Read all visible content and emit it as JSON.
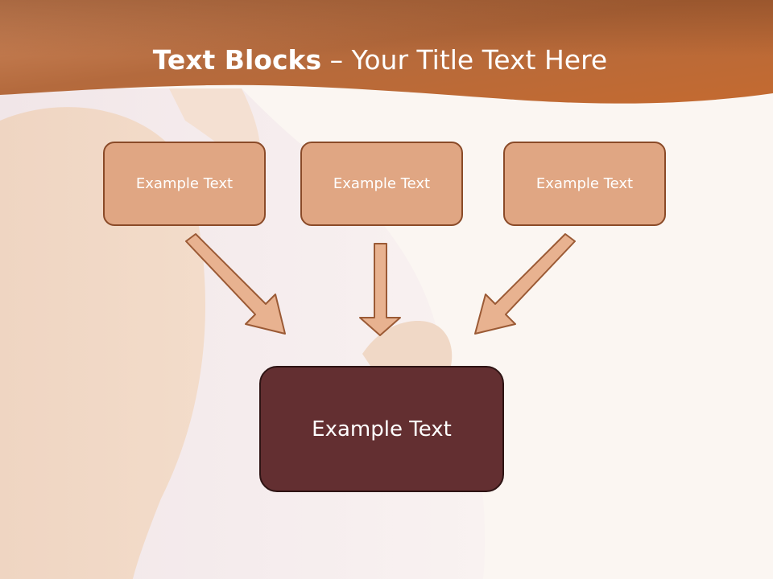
{
  "title": {
    "bold": "Text Blocks",
    "separator": " – ",
    "rest": "Your Title Text Here"
  },
  "blocks": [
    {
      "label": "Example Text"
    },
    {
      "label": "Example Text"
    },
    {
      "label": "Example Text"
    }
  ],
  "main_block": {
    "label": "Example Text"
  },
  "colors": {
    "header_dark": "#8c4f27",
    "header_light": "#d89164",
    "small_box_fill": "#e0a683",
    "small_box_border": "#8a4a28",
    "main_box_fill": "#632f31",
    "arrow_fill": "#e8b290",
    "arrow_stroke": "#9b5a35"
  }
}
